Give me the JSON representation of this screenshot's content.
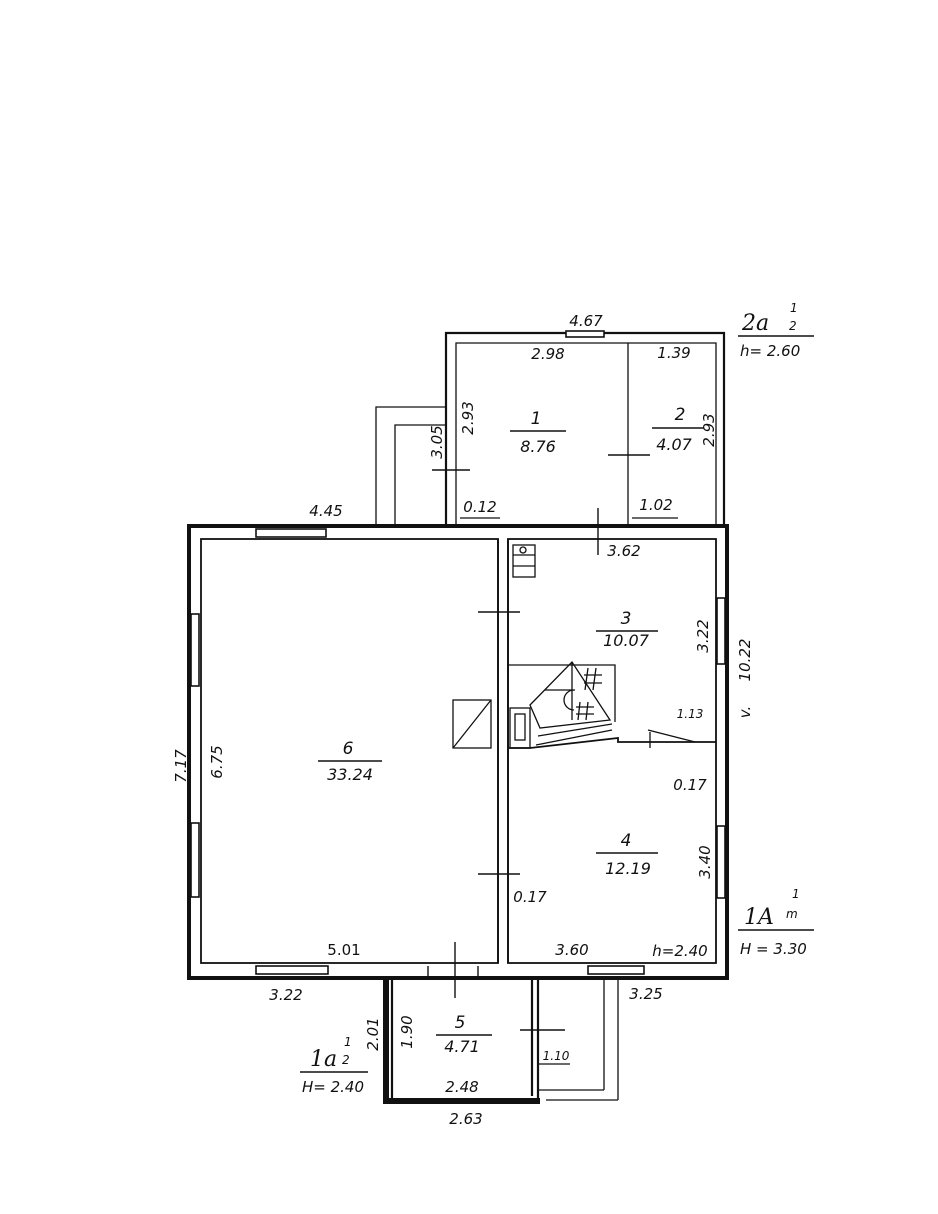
{
  "rooms": [
    {
      "id": "1",
      "area": "8.76"
    },
    {
      "id": "2",
      "area": "4.07"
    },
    {
      "id": "3",
      "area": "10.07"
    },
    {
      "id": "4",
      "area": "12.19"
    },
    {
      "id": "5",
      "area": "4.71"
    },
    {
      "id": "6",
      "area": "33.24"
    }
  ],
  "dimensions": {
    "top_addition_width": "4.67",
    "room1_width": "2.98",
    "room2_width": "1.39",
    "room1_height": "2.93",
    "room2_height": "2.93",
    "porch_height": "3.05",
    "wall_012": "0.12",
    "wall_102": "1.02",
    "main_front_left": "4.45",
    "room3_width": "3.62",
    "room3_height": "3.22",
    "right_total": "10.22",
    "small_113": "1.13",
    "wall_017_upper": "0.17",
    "room4_height": "3.40",
    "wall_017_lower": "0.17",
    "room4_width": "3.60",
    "room6_width": "5.01",
    "outer_left": "7.17",
    "room6_height": "6.75",
    "bottom_left": "3.22",
    "bottom_right": "3.25",
    "room5_outer_h": "2.01",
    "room5_inner_h": "1.90",
    "room5_inner_w": "2.48",
    "room5_outer_w": "2.63",
    "side_110": "1.10"
  },
  "labels": {
    "addition_letter": "2a",
    "addition_frac_top": "1",
    "addition_frac_bottom": "2",
    "addition_height": "h= 2.60",
    "main_letter": "1A",
    "main_frac_top": "1",
    "main_frac_bottom": "m",
    "main_height": "H = 3.30",
    "main_inner_height": "h=2.40",
    "vest_letter": "1a",
    "vest_frac_top": "1",
    "vest_frac_bottom": "2",
    "vest_height": "H= 2.40",
    "right_prefix": "v."
  }
}
